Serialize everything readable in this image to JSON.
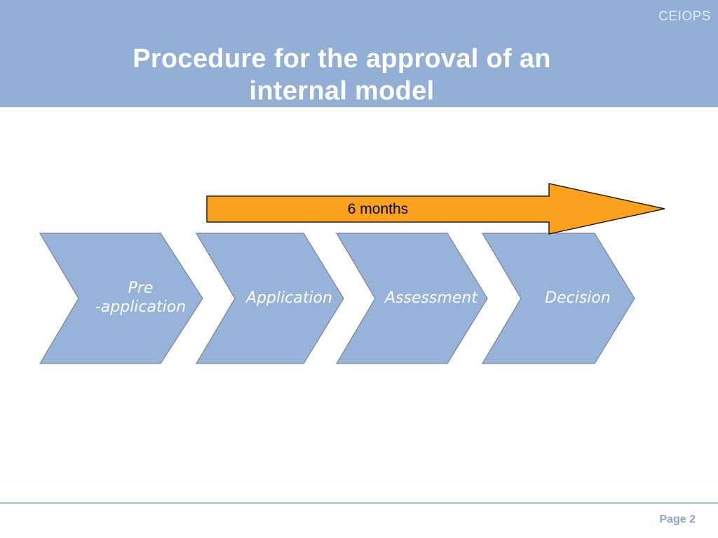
{
  "slide": {
    "brand": "CEIOPS",
    "title_lines": [
      "Procedure for the approval of an",
      "internal model"
    ],
    "page_label": "Page 2"
  },
  "diagram": {
    "arrow": {
      "label": "6 months"
    },
    "stages": [
      {
        "label": "Pre\n-application"
      },
      {
        "label": "Application"
      },
      {
        "label": "Assessment"
      },
      {
        "label": "Decision"
      }
    ]
  },
  "colors": {
    "slide_bg": "#FFFFFF",
    "header_bg": "#93AFD6",
    "title_text": "#FFFFFF",
    "brand_text": "#E2EAF4",
    "stage_fill": "#97B3DA",
    "stage_stroke": "#7C8A99",
    "stage_label_text": "#FFFFFF",
    "arrow_fill": "#FAA21E",
    "arrow_stroke": "#231F20",
    "arrow_label_text": "#000000",
    "divider": "#A9BCD6",
    "page_text": "#8EA8CD"
  }
}
